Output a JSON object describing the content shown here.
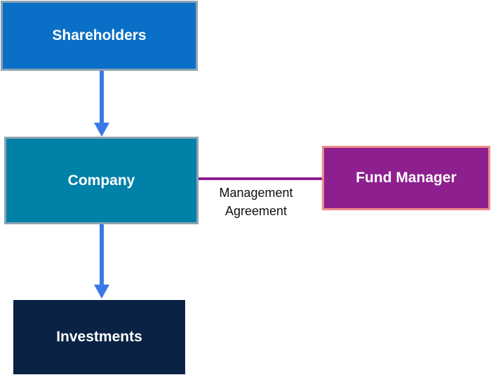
{
  "nodes": {
    "shareholders": "Shareholders",
    "company": "Company",
    "investments": "Investments",
    "fund_manager": "Fund Manager"
  },
  "edges": {
    "management_agreement": {
      "line1": "Management",
      "line2": "Agreement"
    }
  },
  "colors": {
    "shareholders": "#0a6fc6",
    "company": "#0081a8",
    "investments": "#0a2244",
    "fund_manager": "#8e1f8e",
    "arrow": "#3b78e7",
    "agreement_line": "#8e1f8e"
  }
}
